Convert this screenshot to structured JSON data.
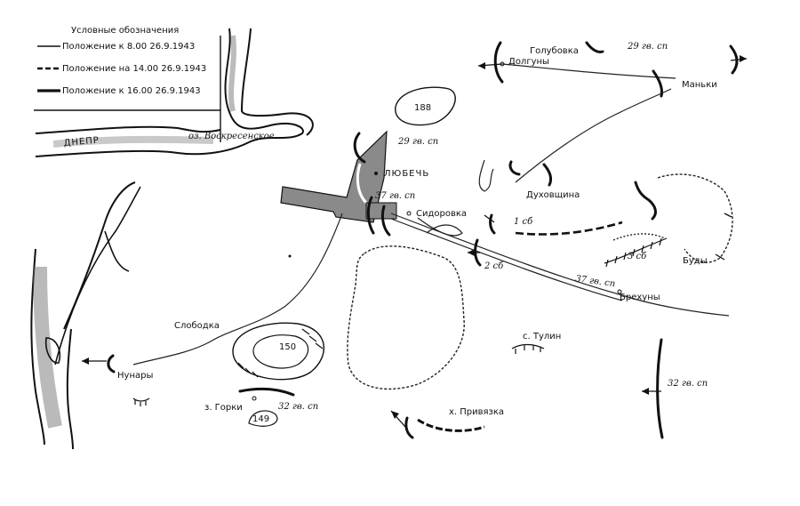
{
  "legend": {
    "title": "Условные обозначения",
    "items": [
      {
        "label": "Положение к 8.00 26.9.1943",
        "style": "solid"
      },
      {
        "label": "Положение на 14.00 26.9.1943",
        "style": "dashed"
      },
      {
        "label": "Положение к 16.00 26.9.1943",
        "style": "thick"
      }
    ]
  },
  "places": {
    "dnepr": "ДНЕПР",
    "voskresenskoe": "оз. Воскресенское",
    "lyubech": "ЛЮБЕЧЬ",
    "sidorovka": "Сидоровка",
    "dukhovshchina": "Духовщина",
    "golubovka": "Голубовка",
    "dolguny": "Долгуны",
    "manki": "Маньки",
    "budy": "Буды",
    "brekhuny": "Брехуны",
    "sloboda": "Слободка",
    "nunary": "Нунары",
    "tulin": "с. Тулин",
    "privyazka": "х. Привязка",
    "gorki": "з. Горки"
  },
  "heights": {
    "h188": "188",
    "h150": "150",
    "h149": "149"
  },
  "units": {
    "u29_top": "29 гв. сп",
    "u29_lyubech": "29 гв. сп",
    "u37_lyubech": "37 гв. сп",
    "u37_road": "37 гв. сп",
    "u32_gorki": "32 гв. сп",
    "u32_right": "32 гв. сп",
    "b1": "1 сб",
    "b2": "2 сб",
    "b3": "3 сб"
  }
}
